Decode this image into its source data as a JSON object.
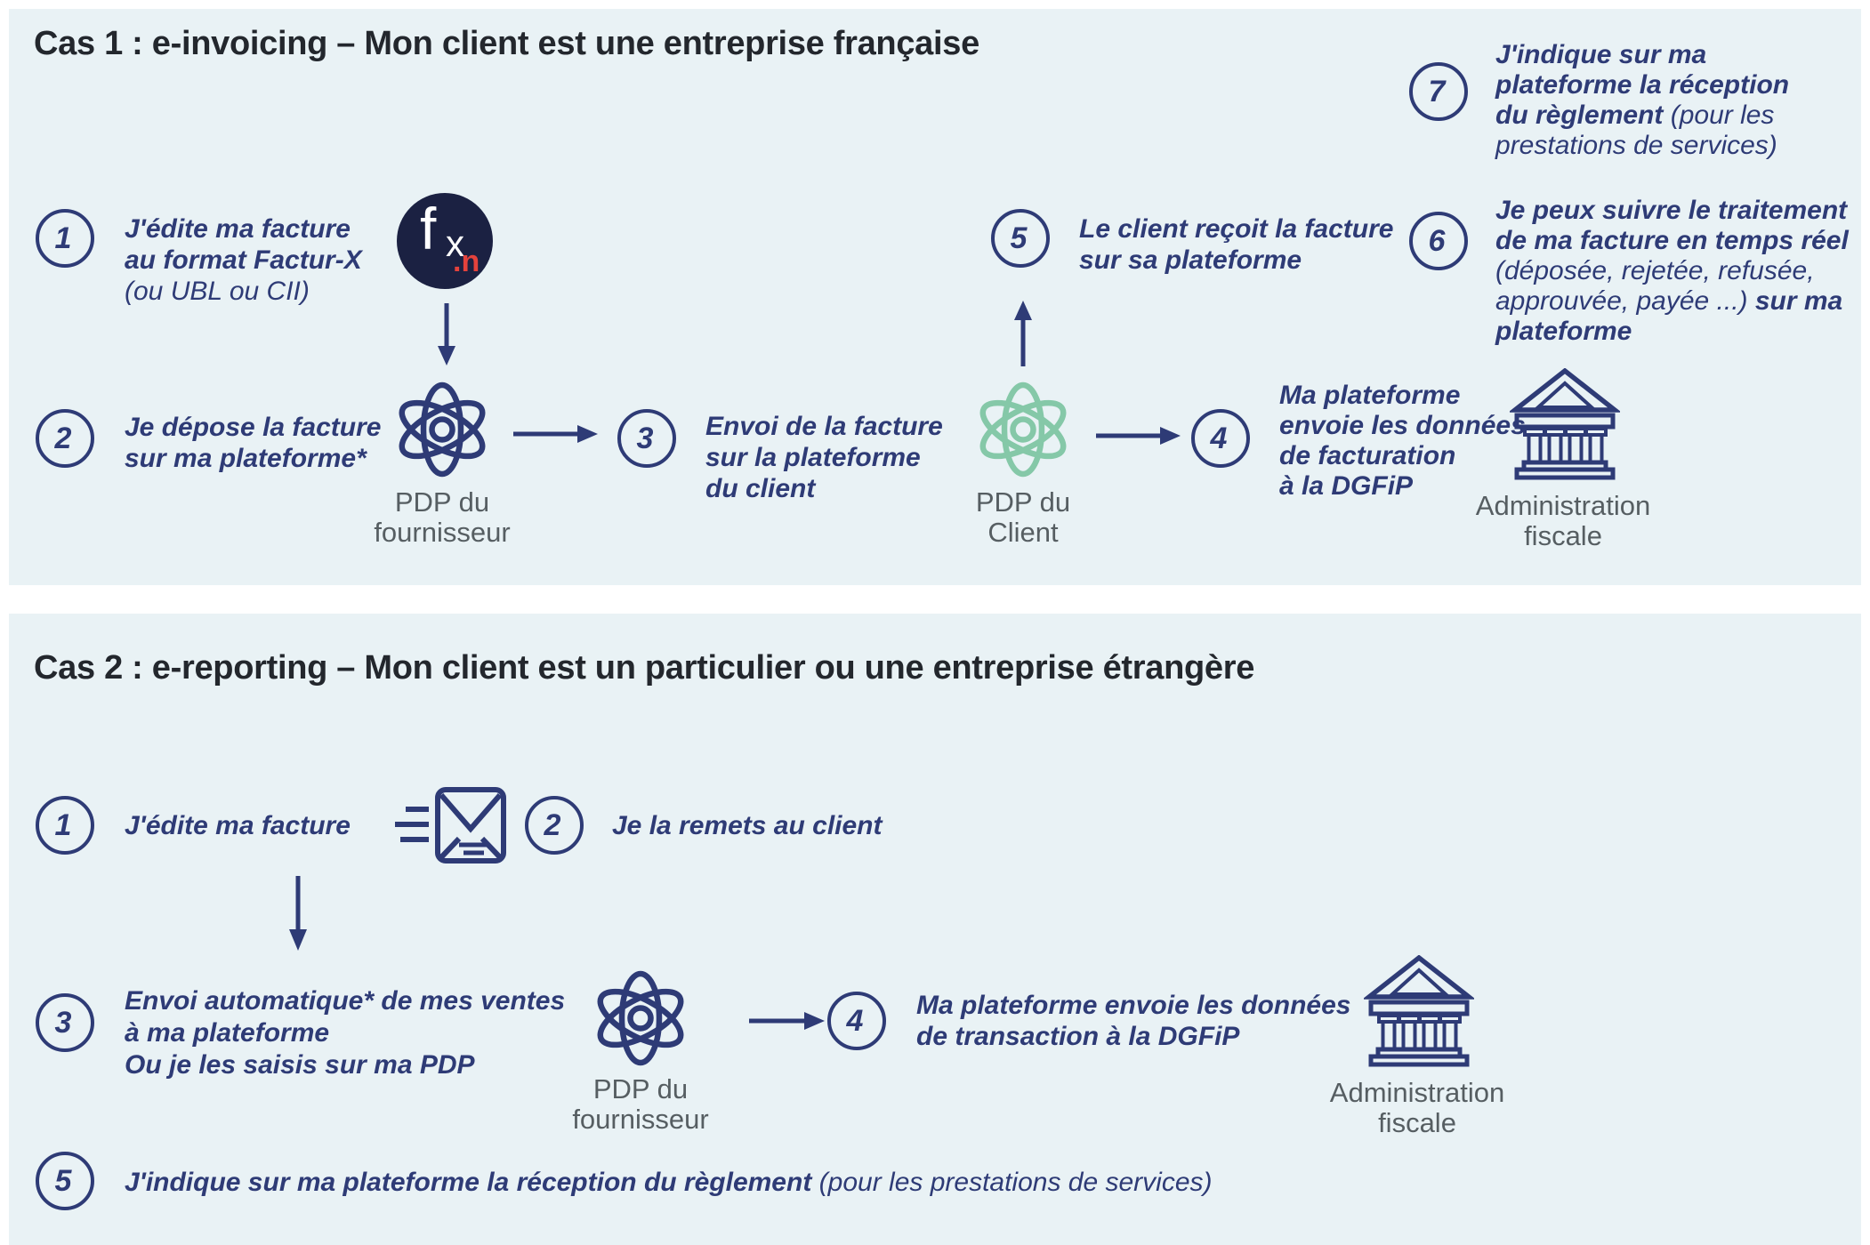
{
  "colors": {
    "panel_bg": "#e9f2f5",
    "navy": "#2e3b76",
    "title_dark": "#23272d",
    "caption_gray": "#565e62",
    "atom_green": "#85c8a8",
    "logo_bg": "#1b2142",
    "logo_red": "#e4423c"
  },
  "cas1": {
    "title": "Cas 1 : e-invoicing – Mon client est une entreprise française",
    "step1": {
      "num": "1",
      "bold": "J'édite ma facture\nau format Factur-X",
      "note": "(ou UBL ou CII)"
    },
    "step2": {
      "num": "2",
      "bold": "Je dépose la facture\nsur ma plateforme*"
    },
    "step3": {
      "num": "3",
      "bold": "Envoi de la facture\nsur la plateforme\ndu client"
    },
    "step4": {
      "num": "4",
      "bold": "Ma plateforme\nenvoie les données\nde facturation\nà la DGFiP"
    },
    "step5": {
      "num": "5",
      "bold": "Le client reçoit la facture\nsur sa plateforme"
    },
    "step6": {
      "num": "6",
      "bold1": "Je peux suivre le traitement\nde ma facture en temps réel",
      "note": "(déposée, rejetée, refusée, approuvée, payée ...) ",
      "bold2": "sur ma plateforme"
    },
    "step7": {
      "num": "7",
      "bold": "J'indique sur ma plateforme la réception du règlement ",
      "note": "(pour les prestations de services)"
    },
    "logo": {
      "f": "f",
      "x": "x",
      "dn": ".n"
    },
    "caption_pdp_fournisseur": "PDP du\nfournisseur",
    "caption_pdp_client": "PDP du\nClient",
    "caption_admin": "Administration\nfiscale"
  },
  "cas2": {
    "title": "Cas 2 : e-reporting – Mon client est un particulier ou une entreprise étrangère",
    "step1": {
      "num": "1",
      "bold": "J'édite ma facture"
    },
    "step2": {
      "num": "2",
      "bold": "Je la remets au client"
    },
    "step3": {
      "num": "3",
      "bold": "Envoi automatique* de mes ventes\nà ma plateforme\nOu je les saisis sur ma PDP"
    },
    "step4": {
      "num": "4",
      "bold": "Ma plateforme envoie les données\nde transaction à la DGFiP"
    },
    "step5": {
      "num": "5",
      "bold": "J'indique sur ma plateforme la réception du règlement ",
      "note": "(pour les prestations de services)"
    },
    "caption_pdp_fournisseur": "PDP du\nfournisseur",
    "caption_admin": "Administration\nfiscale"
  }
}
